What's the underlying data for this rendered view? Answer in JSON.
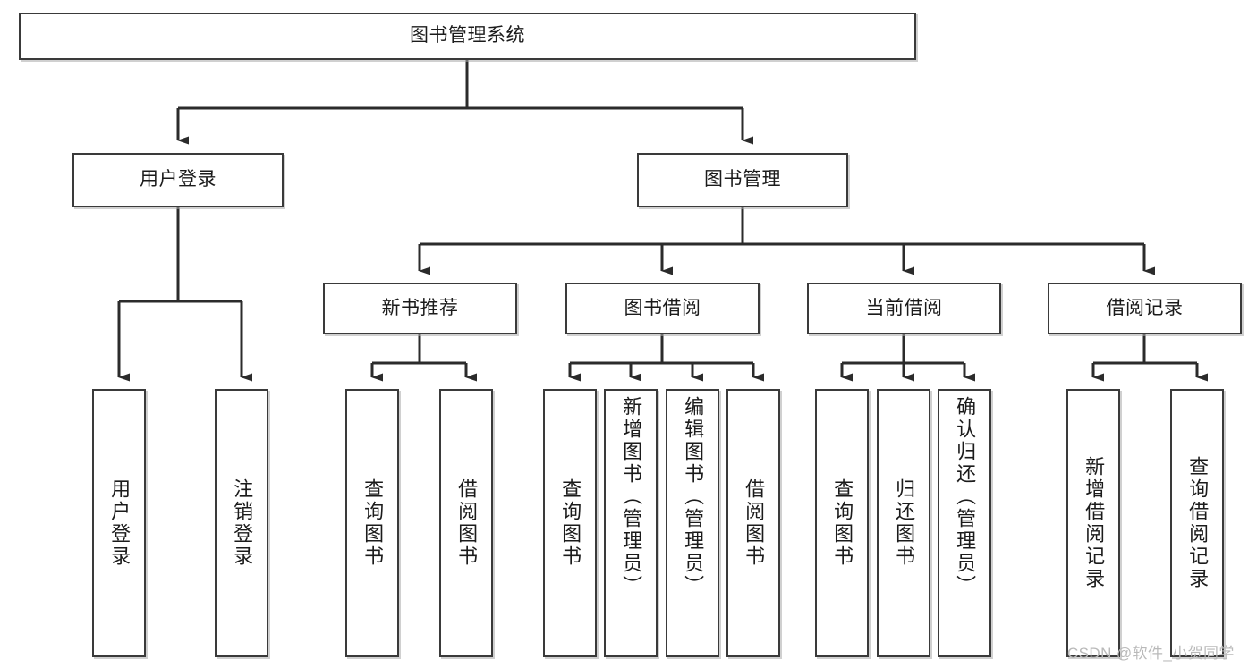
{
  "diagram": {
    "title": "图书管理系统",
    "type": "tree",
    "root": {
      "id": "root",
      "label": "图书管理系统"
    },
    "level2": [
      {
        "id": "user-login",
        "label": "用户登录"
      },
      {
        "id": "book-management",
        "label": "图书管理"
      }
    ],
    "level3": [
      {
        "id": "new-book-recommend",
        "label": "新书推荐",
        "parent": "book-management"
      },
      {
        "id": "book-borrow",
        "label": "图书借阅",
        "parent": "book-management"
      },
      {
        "id": "current-borrow",
        "label": "当前借阅",
        "parent": "book-management"
      },
      {
        "id": "borrow-record",
        "label": "借阅记录",
        "parent": "book-management"
      }
    ],
    "leaves": [
      {
        "id": "leaf-user-login",
        "label": "用户登录",
        "parent": "user-login"
      },
      {
        "id": "leaf-logout",
        "label": "注销登录",
        "parent": "user-login"
      },
      {
        "id": "leaf-query-book-1",
        "label": "查询图书",
        "parent": "new-book-recommend"
      },
      {
        "id": "leaf-borrow-book-1",
        "label": "借阅图书",
        "parent": "new-book-recommend"
      },
      {
        "id": "leaf-query-book-2",
        "label": "查询图书",
        "parent": "book-borrow"
      },
      {
        "id": "leaf-add-book",
        "label": "新增图书（管理员）",
        "parent": "book-borrow"
      },
      {
        "id": "leaf-edit-book",
        "label": "编辑图书（管理员）",
        "parent": "book-borrow"
      },
      {
        "id": "leaf-borrow-book-2",
        "label": "借阅图书",
        "parent": "book-borrow"
      },
      {
        "id": "leaf-query-book-3",
        "label": "查询图书",
        "parent": "current-borrow"
      },
      {
        "id": "leaf-return-book",
        "label": "归还图书",
        "parent": "current-borrow"
      },
      {
        "id": "leaf-confirm-return",
        "label": "确认归还（管理员）",
        "parent": "current-borrow"
      },
      {
        "id": "leaf-add-record",
        "label": "新增借阅记录",
        "parent": "borrow-record"
      },
      {
        "id": "leaf-query-record",
        "label": "查询借阅记录",
        "parent": "borrow-record"
      }
    ],
    "colors": {
      "box_border": "#3a3a3a",
      "box_fill": "#ffffff",
      "connector": "#2b2b2b",
      "text": "#1b1b1b",
      "watermark": "#b9b9b9",
      "background": "#ffffff"
    }
  },
  "watermark": {
    "text": "CSDN @软件_小贺同学"
  }
}
